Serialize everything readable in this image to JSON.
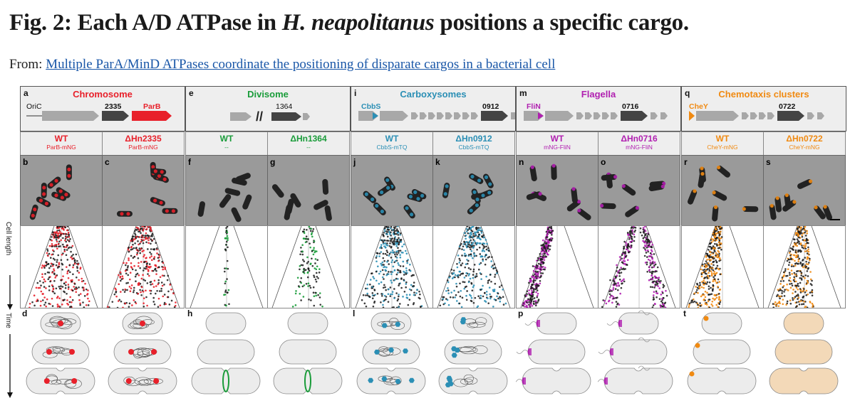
{
  "figure": {
    "title_prefix": "Fig. 2: Each A/D ATPase in ",
    "title_italic": "H. neapolitanus",
    "title_suffix": " positions a specific cargo.",
    "from_label": "From: ",
    "from_link": "Multiple ParA/MinD ATPases coordinate the positioning of disparate cargos in a bacterial cell"
  },
  "axis": {
    "cell_length": "Cell length",
    "time": "Time"
  },
  "panels": [
    {
      "letter": "a",
      "category": "Chromosome",
      "color": "#e8202a",
      "genes": [
        "OriC",
        "2335",
        "ParB"
      ],
      "cols": [
        {
          "letter": "b",
          "strain": "WT",
          "sub": "ParB-mNG"
        },
        {
          "letter": "c",
          "strain": "ΔHn2335",
          "sub": "ParB-mNG"
        }
      ],
      "cartoon_letter": "d"
    },
    {
      "letter": "e",
      "category": "Divisome",
      "color": "#1a9c3a",
      "genes": [
        "1364"
      ],
      "cols": [
        {
          "letter": "f",
          "strain": "WT",
          "sub": "--"
        },
        {
          "letter": "g",
          "strain": "ΔHn1364",
          "sub": "--"
        }
      ],
      "cartoon_letter": "h"
    },
    {
      "letter": "i",
      "category": "Carboxysomes",
      "color": "#2b8fb5",
      "genes": [
        "CbbS",
        "0912"
      ],
      "cols": [
        {
          "letter": "j",
          "strain": "WT",
          "sub": "CbbS-mTQ"
        },
        {
          "letter": "k",
          "strain": "ΔHn0912",
          "sub": "CbbS-mTQ"
        }
      ],
      "cartoon_letter": "l"
    },
    {
      "letter": "m",
      "category": "Flagella",
      "color": "#b01fb0",
      "genes": [
        "FliN",
        "0716"
      ],
      "cols": [
        {
          "letter": "n",
          "strain": "WT",
          "sub": "mNG-FliN"
        },
        {
          "letter": "o",
          "strain": "ΔHn0716",
          "sub": "mNG-FliN"
        }
      ],
      "cartoon_letter": "p"
    },
    {
      "letter": "q",
      "category": "Chemotaxis clusters",
      "color": "#f08a12",
      "genes": [
        "CheY",
        "0722"
      ],
      "cols": [
        {
          "letter": "r",
          "strain": "WT",
          "sub": "CheY-mNG"
        },
        {
          "letter": "s",
          "strain": "ΔHn0722",
          "sub": "CheY-mNG"
        }
      ],
      "cartoon_letter": "t"
    }
  ]
}
